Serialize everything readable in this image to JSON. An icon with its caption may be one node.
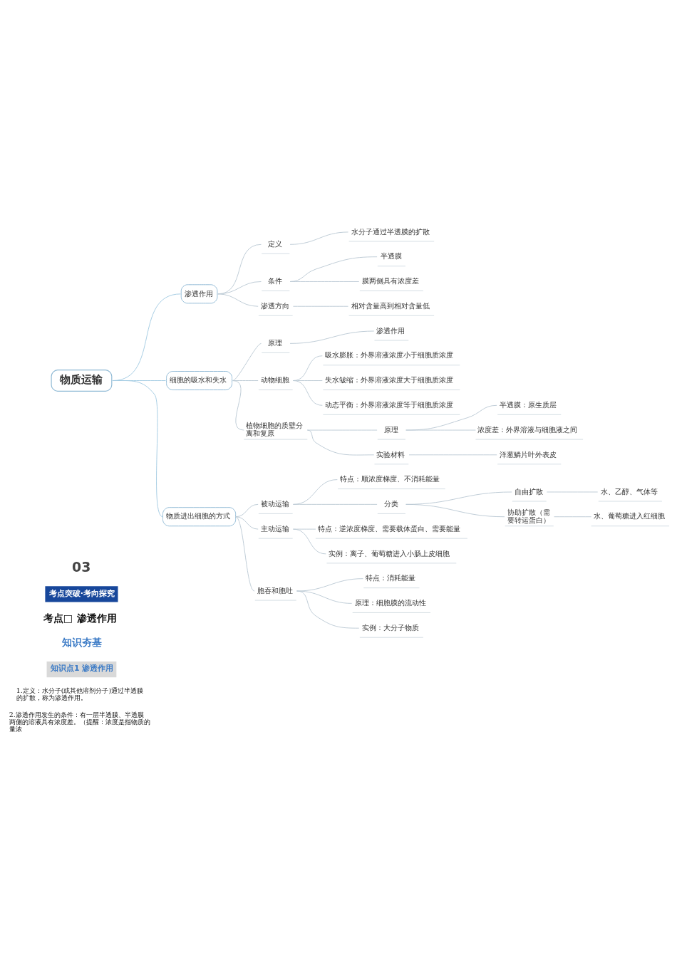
{
  "diagram": {
    "nodes": [
      {
        "text": [
          "物质运输"
        ]
      },
      {
        "text": [
          "渗透作用"
        ]
      },
      {
        "text": [
          "定义"
        ]
      },
      {
        "text": [
          "水分子通过半透膜的扩散"
        ]
      },
      {
        "text": [
          "条件"
        ]
      },
      {
        "text": [
          "半透膜"
        ]
      },
      {
        "text": [
          "膜两侧具有浓度差"
        ]
      },
      {
        "text": [
          "渗透方向"
        ]
      },
      {
        "text": [
          "相对含量高到相对含量低"
        ]
      },
      {
        "text": [
          "细胞的吸水和失水"
        ]
      },
      {
        "text": [
          "原理"
        ]
      },
      {
        "text": [
          "渗透作用"
        ]
      },
      {
        "text": [
          "动物细胞"
        ]
      },
      {
        "text": [
          "吸水膨胀：外界溶液浓度小于细胞质浓度"
        ]
      },
      {
        "text": [
          "失水皱缩：外界溶液浓度大于细胞质浓度"
        ]
      },
      {
        "text": [
          "动态平衡：外界溶液浓度等于细胞质浓度"
        ]
      },
      {
        "text": [
          "植物细胞的质壁分离和复原"
        ]
      },
      {
        "text": [
          "原理"
        ]
      },
      {
        "text": [
          "半透膜：原生质层"
        ]
      },
      {
        "text": [
          "浓度差：外界溶液与细胞液之间"
        ]
      },
      {
        "text": [
          "实验材料"
        ]
      },
      {
        "text": [
          "洋葱鳞片叶外表皮"
        ]
      },
      {
        "text": [
          "物质进出细胞的方式"
        ]
      },
      {
        "text": [
          "被动运输"
        ]
      },
      {
        "text": [
          "特点：顺浓度梯度、不消耗能量"
        ]
      },
      {
        "text": [
          "分类"
        ]
      },
      {
        "text": [
          "自由扩散"
        ]
      },
      {
        "text": [
          "水、乙醇、气体等"
        ]
      },
      {
        "text": [
          "协助扩散（需要转运蛋白）"
        ]
      },
      {
        "text": [
          "水、葡萄糖进入红细胞"
        ]
      },
      {
        "text": [
          "主动运输"
        ]
      },
      {
        "text": [
          "特点：逆浓度梯度、需要载体蛋白、需要能量"
        ]
      },
      {
        "text": [
          "实例：离子、葡萄糖进入小肠上皮细胞"
        ]
      },
      {
        "text": [
          "胞吞和胞吐"
        ]
      },
      {
        "text": [
          "特点：消耗能量"
        ]
      },
      {
        "text": [
          "原理：细胞膜的流动性"
        ]
      },
      {
        "text": [
          "实例：大分子物质"
        ]
      }
    ],
    "edges": [
      {
        "from": 0,
        "to": 1,
        "arrow": "none",
        "color": "#a3cbe2"
      },
      {
        "from": 0,
        "to": 9,
        "arrow": "none",
        "color": "#a3cbe2"
      },
      {
        "from": 0,
        "to": 22,
        "arrow": "none",
        "color": "#a3cbe2"
      },
      {
        "from": 1,
        "to": 2,
        "arrow": "none"
      },
      {
        "from": 2,
        "to": 3,
        "arrow": "none"
      },
      {
        "from": 1,
        "to": 4,
        "arrow": "none"
      },
      {
        "from": 4,
        "to": 5,
        "arrow": "none"
      },
      {
        "from": 4,
        "to": 6,
        "arrow": "none"
      },
      {
        "from": 1,
        "to": 7,
        "arrow": "none"
      },
      {
        "from": 7,
        "to": 8,
        "arrow": "none"
      },
      {
        "from": 9,
        "to": 10,
        "arrow": "none"
      },
      {
        "from": 10,
        "to": 11,
        "arrow": "none"
      },
      {
        "from": 9,
        "to": 12,
        "arrow": "none"
      },
      {
        "from": 12,
        "to": 13,
        "arrow": "none"
      },
      {
        "from": 12,
        "to": 14,
        "arrow": "none"
      },
      {
        "from": 12,
        "to": 15,
        "arrow": "none"
      },
      {
        "from": 9,
        "to": 16,
        "arrow": "none"
      },
      {
        "from": 16,
        "to": 17,
        "arrow": "none"
      },
      {
        "from": 17,
        "to": 18,
        "arrow": "none"
      },
      {
        "from": 17,
        "to": 19,
        "arrow": "none"
      },
      {
        "from": 16,
        "to": 20,
        "arrow": "none"
      },
      {
        "from": 20,
        "to": 21,
        "arrow": "none"
      },
      {
        "from": 22,
        "to": 23,
        "arrow": "none"
      },
      {
        "from": 23,
        "to": 24,
        "arrow": "none"
      },
      {
        "from": 23,
        "to": 25,
        "arrow": "none"
      },
      {
        "from": 25,
        "to": 26,
        "arrow": "none"
      },
      {
        "from": 26,
        "to": 27,
        "arrow": "none"
      },
      {
        "from": 25,
        "to": 28,
        "arrow": "none"
      },
      {
        "from": 28,
        "to": 29,
        "arrow": "none"
      },
      {
        "from": 22,
        "to": 30,
        "arrow": "none"
      },
      {
        "from": 30,
        "to": 31,
        "arrow": "none"
      },
      {
        "from": 30,
        "to": 32,
        "arrow": "none"
      },
      {
        "from": 22,
        "to": 33,
        "arrow": "none"
      },
      {
        "from": 33,
        "to": 34,
        "arrow": "none"
      },
      {
        "from": 33,
        "to": 35,
        "arrow": "none"
      },
      {
        "from": 33,
        "to": 36,
        "arrow": "none"
      }
    ],
    "labels": [
      "03",
      "考点突破·考向探究",
      "考点□ 渗透作用",
      "知识夯基",
      "知识点1 渗透作用",
      "1.定义：水分子(或其他溶剂分子)通过半透膜的扩散，称为渗透作用。",
      "2.渗透作用发生的条件：有一层半透膜、半透膜两侧的溶液具有浓度差。（提醒：浓度是指物质的量浓"
    ]
  }
}
